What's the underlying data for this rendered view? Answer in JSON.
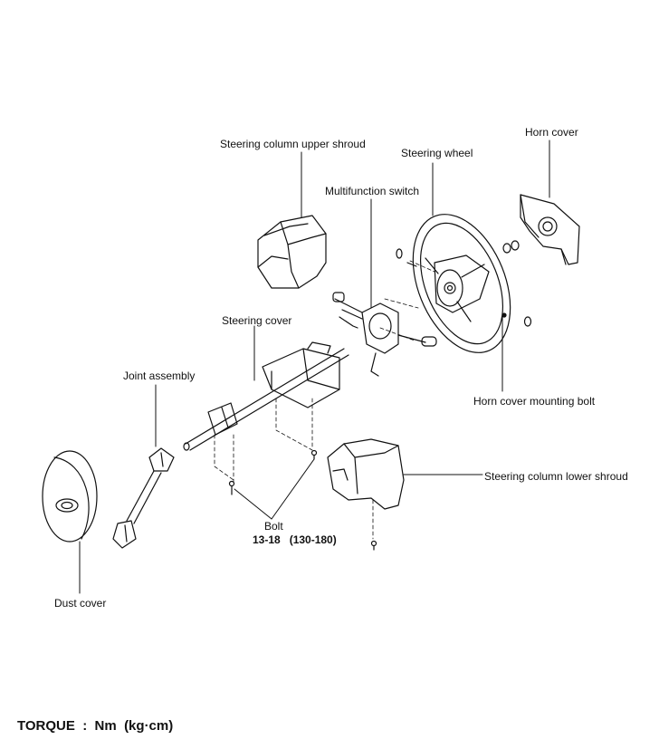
{
  "labels": {
    "upper_shroud": "Steering column upper shroud",
    "steering_wheel": "Steering wheel",
    "horn_cover": "Horn cover",
    "multifunction_switch": "Multifunction switch",
    "steering_cover": "Steering cover",
    "joint_assembly": "Joint assembly",
    "horn_cover_bolt": "Horn cover mounting bolt",
    "lower_shroud": "Steering column lower shroud",
    "bolt": "Bolt",
    "bolt_torque": "13-18   (130-180)",
    "dust_cover": "Dust cover"
  },
  "footer": {
    "torque": "TORQUE  :  Nm  (kg·cm)"
  }
}
